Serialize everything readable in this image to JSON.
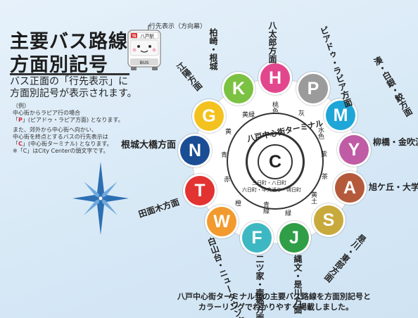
{
  "title_line1": "主要バス路線",
  "title_line2": "方面別記号",
  "description_line1": "バス正面の「行先表示」に",
  "description_line2": "方面別記号が表示されます。",
  "example_heading": "（例）",
  "example_line1": "中心街からラピア行の場合",
  "example_line2_pre": "「",
  "example_line2_code": "P",
  "example_line2_post": "」(ピアドゥ・ラピア方面) となります。",
  "note_line1": "また、郊外から中心街へ向かい、",
  "note_line2": "中心街を終点とするバスの行先表示は",
  "note_line3_pre": "「",
  "note_line3_code": "C",
  "note_line3_post": "」(中心街ターミナル) となります。",
  "note_line4": "※「C」はCity Centerの頭文字です。",
  "bus_display_label": "行先表示（方向幕）",
  "bus_sign_code": "T6",
  "bus_sign_text": "八戸駅",
  "bus_front_text": "BUS",
  "center_title": "八戸中心街ターミナル",
  "center_code": "C",
  "center_sub_line1": "三日町・八日町",
  "center_sub_line2": "六日町・中央通り・朔日町",
  "badges": {
    "K": {
      "code": "K",
      "color": "#7bc142"
    },
    "H": {
      "code": "H",
      "color": "#e2478e"
    },
    "P": {
      "code": "P",
      "color": "#9b9b9b"
    },
    "M": {
      "code": "M",
      "color": "#1fa6d8"
    },
    "Y": {
      "code": "Y",
      "color": "#c05ba5"
    },
    "A": {
      "code": "A",
      "color": "#b45a3a"
    },
    "S": {
      "code": "S",
      "color": "#c8aa3c"
    },
    "J": {
      "code": "J",
      "color": "#2f9e46"
    },
    "F": {
      "code": "F",
      "color": "#3db8c3"
    },
    "W": {
      "code": "W",
      "color": "#f29a2e"
    },
    "T": {
      "code": "T",
      "color": "#e23232"
    },
    "N": {
      "code": "N",
      "color": "#1b4d95"
    },
    "G": {
      "code": "G",
      "color": "#f3c21e"
    }
  },
  "destinations": {
    "K": "柏崎・根城",
    "H": "八太郎方面",
    "P": "ピアドゥ・ラピア方面",
    "M": "湊・白銀・鮫方面",
    "Y": "柳橋・金吹沢方面",
    "A": "旭ケ丘・大学方面",
    "S": "是川・東部方面",
    "J": "縄文・是川方面",
    "F": "二ツ家・南郷方面",
    "W": "白山台・ニュータウン方面",
    "T": "田面木方面",
    "N": "根城大橋方面",
    "G": "江陽方面"
  },
  "color_names": {
    "K": "黄緑",
    "H": "桃色",
    "P": "灰",
    "M": "水色",
    "Y": "紫",
    "A": "茶",
    "S": "黄土",
    "J": "緑",
    "F": "青緑",
    "W": "橙",
    "T": "赤",
    "N": "青",
    "G": "黄"
  },
  "caption_line1": "八戸中心街ターミナル発の主要バス路線を方面別記号と",
  "caption_line2": "カラーリングでわかりやすく掲載しました。"
}
